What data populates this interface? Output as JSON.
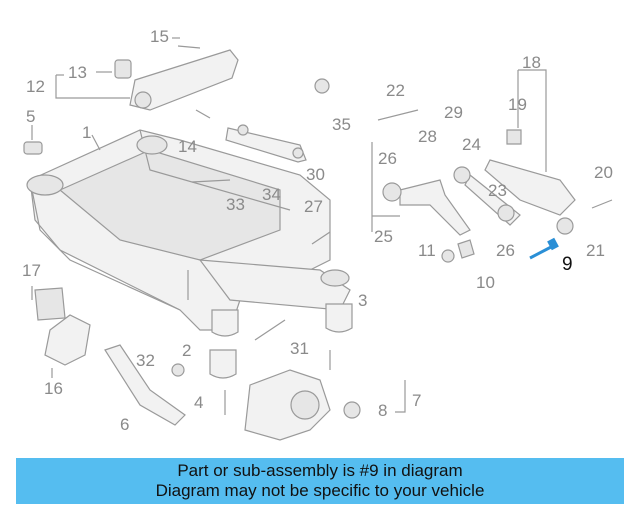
{
  "banner": {
    "line1": "Part or sub-assembly is #9 in diagram",
    "line2": "Diagram may not be specific to your vehicle"
  },
  "labels": [
    "15",
    "13",
    "12",
    "5",
    "1",
    "35",
    "22",
    "29",
    "18",
    "19",
    "28",
    "24",
    "26",
    "20",
    "23",
    "34",
    "30",
    "14",
    "33",
    "27",
    "25",
    "11",
    "10",
    "21",
    "9",
    "17",
    "3",
    "2",
    "31",
    "32",
    "4",
    "7",
    "8",
    "16",
    "6",
    "26"
  ],
  "highlight": "9",
  "colors": {
    "banner": "#55bdf0",
    "highlight": "#2a8fd6",
    "text": "#8a8a8a"
  }
}
